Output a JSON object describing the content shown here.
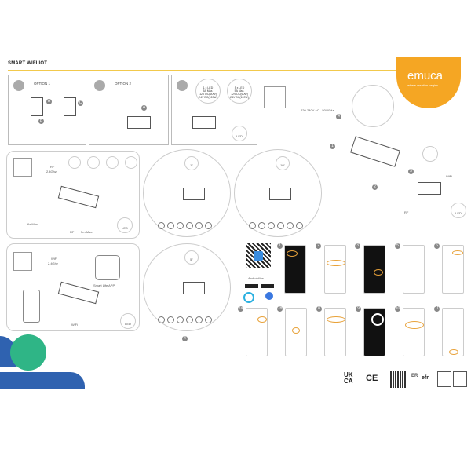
{
  "header": {
    "title": "SMART WIFI IOT",
    "brand": "emuca",
    "tagline": "where creation begins",
    "brand_color": "#f5a623",
    "rule_color": "#f2c94c"
  },
  "options": [
    {
      "label": "OPTION 1",
      "markers": [
        "A",
        "B",
        "C"
      ]
    },
    {
      "label": "OPTION 2",
      "markers": [
        "A"
      ]
    },
    {
      "label": "",
      "led_specs": [
        {
          "count": "1 x LED",
          "max": "5A Max.",
          "v12": "12V DC(60W)",
          "v24": "24V DC(120W)"
        },
        {
          "count": "5 x LED",
          "max": "5A Max.",
          "v12": "12V DC(60W)",
          "v24": "24V DC(120W)"
        }
      ],
      "led_label": "LED"
    }
  ],
  "power": {
    "voltage_label": "220-240V AC - 50/60Hz",
    "steps": [
      "1",
      "2",
      "3",
      "4"
    ],
    "wifi_label": "WiFi",
    "rf_label": "RF",
    "led_label": "LED"
  },
  "rf_panel": {
    "signal_label": "RF",
    "frequency": "2.4Ghz",
    "max_devices": "6x Max.",
    "range_label_rf": "RF",
    "range_label": "5m Max.",
    "led_label": "LED"
  },
  "wifi_panel": {
    "signal_label": "WiFi",
    "frequency": "2.4Ghz",
    "app_label": "Smart Life APP",
    "wifi_label": "WiFi",
    "led_label": "LED"
  },
  "circles": [
    {
      "time": "1\"",
      "markers": [
        "A",
        "B",
        "C"
      ],
      "channels": [
        "1",
        "2",
        "3",
        "4",
        "5",
        "6"
      ],
      "led_label": "LED"
    },
    {
      "time": "10\"",
      "markers": [
        "A",
        "C"
      ],
      "channels": [
        "1",
        "2",
        "3",
        "4",
        "5",
        "6"
      ],
      "led_label": "LED"
    },
    {
      "time": "5\"",
      "markers": [
        "A",
        "C"
      ],
      "channels": [
        "1",
        "2",
        "3",
        "4",
        "5",
        "6"
      ],
      "led_label": "LED",
      "step": "4"
    }
  ],
  "app": {
    "platform_label": "Android/ios",
    "stores": [
      "App Store",
      "Google Play"
    ],
    "assistants": [
      "amazon alexa",
      "Google Assistant"
    ],
    "steps_row1": [
      "1",
      "2",
      "3",
      "5",
      "6"
    ],
    "steps_row2": [
      "7a",
      "7b",
      "8",
      "9",
      "10",
      "11"
    ],
    "highlight_color": "#e8a23a"
  },
  "certifications": [
    "UK CA",
    "CE",
    "QR",
    "ER",
    "efr",
    "seal",
    "seal"
  ],
  "decor": {
    "blue": "#2f62b0",
    "green": "#2fb586"
  }
}
